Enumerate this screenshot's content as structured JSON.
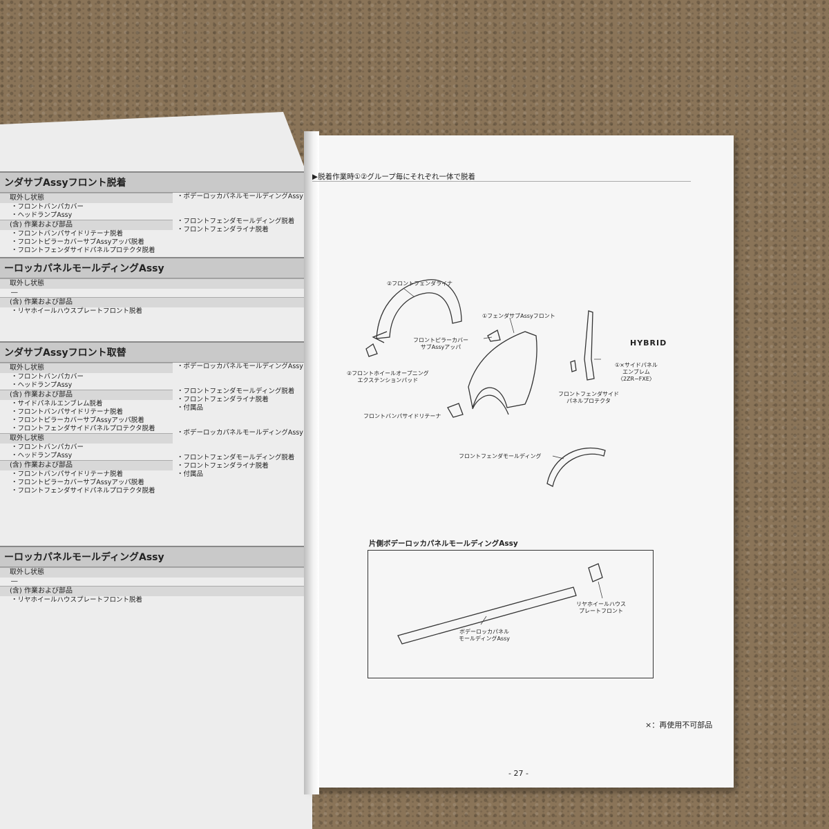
{
  "left": {
    "s1": {
      "title": "ンダサブAssyフロント脱着",
      "col1": [
        "取外し状態",
        "・フロントバンパカバー",
        "・ヘッドランプAssy",
        "(含) 作業および部品",
        "・フロントバンパサイドリテーナ脱着",
        "・フロントピラーカバーサブAssyアッパ脱着",
        "・フロントフェンダサイドパネルプロテクタ脱着"
      ],
      "col2": [
        "・ボデーロッカパネルモールディングAssy",
        "",
        "",
        "・フロントフェンダモールディング脱着",
        "・フロントフェンダライナ脱着"
      ]
    },
    "s2": {
      "title": "ーロッカパネルモールディングAssy",
      "col1": [
        "取外し状態",
        "―",
        "(含) 作業および部品",
        "・リヤホイールハウスプレートフロント脱着"
      ]
    },
    "s3": {
      "title": "ンダサブAssyフロント取替",
      "col1": [
        "取外し状態",
        "・フロントバンパカバー",
        "・ヘッドランプAssy",
        "(含) 作業および部品",
        "・サイドパネルエンブレム脱着",
        "・フロントバンパサイドリテーナ脱着",
        "・フロントピラーカバーサブAssyアッパ脱着",
        "・フロントフェンダサイドパネルプロテクタ脱着",
        "取外し状態",
        "・フロントバンパカバー",
        "・ヘッドランプAssy",
        "(含) 作業および部品",
        "・フロントバンパサイドリテーナ脱着",
        "・フロントピラーカバーサブAssyアッパ脱着",
        "・フロントフェンダサイドパネルプロテクタ脱着"
      ],
      "col2": [
        "・ボデーロッカパネルモールディングAssy",
        "",
        "",
        "・フロントフェンダモールディング脱着",
        "・フロントフェンダライナ脱着",
        "・付属品",
        "",
        "",
        "・ボデーロッカパネルモールディングAssy",
        "",
        "",
        "・フロントフェンダモールディング脱着",
        "・フロントフェンダライナ脱着",
        "・付属品"
      ]
    },
    "s4": {
      "title": "ーロッカパネルモールディングAssy",
      "col1": [
        "取外し状態",
        "―",
        "(含) 作業および部品",
        "・リヤホイールハウスプレートフロント脱着"
      ]
    }
  },
  "right": {
    "note": "▶脱着作業時①②グループ毎にそれぞれ一体で脱着",
    "labels": {
      "liner": "②フロントフェンダライナ",
      "fender_sub": "①フェンダサブAssyフロント",
      "pillar_cover_1": "フロントピラーカバー",
      "pillar_cover_2": "サブAssyアッパ",
      "hybrid": "HYBRID",
      "emblem_1": "①×サイドパネル",
      "emblem_2": "エンブレム",
      "emblem_3": "〈2ZR−FXE〉",
      "wheel_ext_1": "②フロントホイールオープニング",
      "wheel_ext_2": "エクステンションパッド",
      "protector_1": "フロントフェンダサイド",
      "protector_2": "パネルプロテクタ",
      "retainer": "フロントバンパサイドリテーナ",
      "moulding": "フロントフェンダモールディング",
      "box_title": "片側ボデーロッカパネルモールディングAssy",
      "rear_plate_1": "リヤホイールハウス",
      "rear_plate_2": "プレートフロント",
      "rocker_1": "ボデーロッカパネル",
      "rocker_2": "モールディングAssy"
    },
    "legend": "×：再使用不可部品",
    "page_number": "- 27 -"
  }
}
